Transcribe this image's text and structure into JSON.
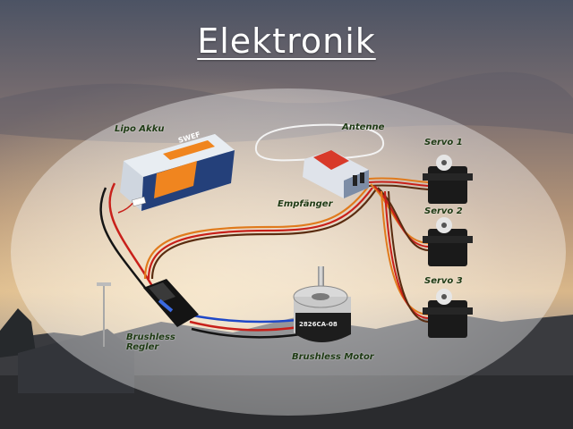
{
  "title": "Elektronik",
  "labels": {
    "lipo": "Lipo Akku",
    "battery_brand": "SWEF",
    "antenna": "Antenne",
    "receiver": "Empfänger",
    "servo1": "Servo 1",
    "servo2": "Servo 2",
    "servo3": "Servo 3",
    "esc_line1": "Brushless",
    "esc_line2": "Regler",
    "motor": "Brushless Motor",
    "motor_text": "2826CA-08"
  },
  "colors": {
    "label": "#1e3a14",
    "wire_red": "#c8201a",
    "wire_orange": "#e07a1c",
    "wire_brown": "#5a2c10",
    "wire_black": "#151515",
    "wire_blue": "#1f48c8",
    "battery_blue": "#24407a",
    "battery_orange": "#f0851f"
  },
  "icons": [
    "lipo-battery-icon",
    "receiver-icon",
    "antenna-wire-icon",
    "servo-icon",
    "esc-icon",
    "brushless-motor-icon"
  ]
}
